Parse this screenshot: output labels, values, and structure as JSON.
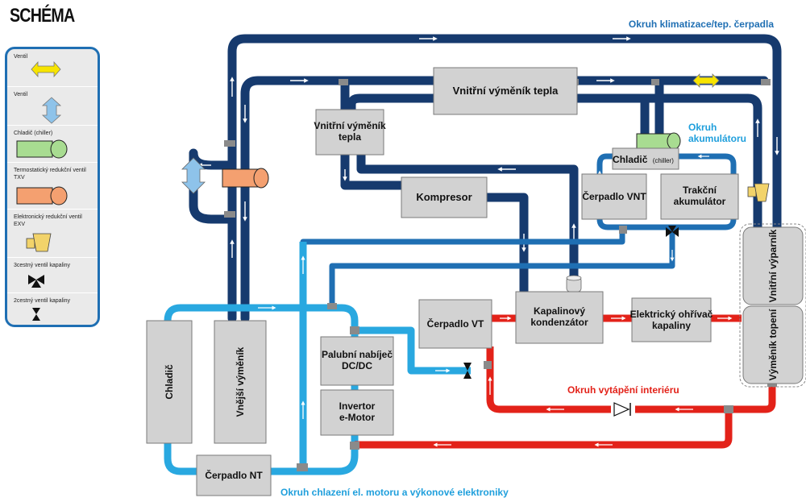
{
  "title": "SCHÉMA",
  "legend": {
    "items": [
      {
        "label": "Ventil",
        "icon": "yellow-valve-icon"
      },
      {
        "label": "Ventil",
        "icon": "blue-valve-icon"
      },
      {
        "label": "Chladič (chiller)",
        "icon": "chiller-icon"
      },
      {
        "label": "Termostatický redukční ventil TXV",
        "icon": "txv-icon"
      },
      {
        "label": "Elektronický redukční ventil EXV",
        "icon": "exv-icon"
      },
      {
        "label": "3cestný ventil kapaliny",
        "icon": "three-way-valve-icon"
      },
      {
        "label": "2cestný ventil kapaliny",
        "icon": "two-way-valve-icon"
      }
    ]
  },
  "components": {
    "vnitrni_vymenik_top": "Vnitřní výměník tepla",
    "vnitrni_vymenik_left": "Vnitřní výměník tepla",
    "kompresor": "Kompresor",
    "chladic_chiller": "Chladič",
    "chladic_chiller_small": "(chiller)",
    "cerpadlo_vnt": "Čerpadlo VNT",
    "trakcni_akumulator": "Trakční akumulátor",
    "vnitrni_vyparnik": "Vnitřní výparník",
    "vymenik_topeni": "Výměník topení",
    "kapalinovy_kondenzator": "Kapalinový kondenzátor",
    "elektricky_ohrivac": "Elektrický ohřívač kapaliny",
    "cerpadlo_vt": "Čerpadlo VT",
    "palubni_nabijec": "Palubní nabíječ DC/DC",
    "invertor": "Invertor e-Motor",
    "chladic": "Chladič",
    "vnejsi_vymenik": "Vnější výměník",
    "cerpadlo_nt": "Čerpadlo NT"
  },
  "circuits": {
    "klimatizace": "Okruh klimatizace/tep. čerpadla",
    "akumulatoru": "Okruh akumulátoru",
    "vytapeni": "Okruh vytápění interiéru",
    "chlazeni": "Okruh chlazení el. motoru a výkonové elektroniky"
  },
  "colors": {
    "navy": "#163a6e",
    "blue": "#1f6fb3",
    "light_blue": "#29a8e0",
    "red": "#e32219",
    "box": "#d2d2d2",
    "box_border": "#7a7a7a",
    "yellow_valve": "#f7e400",
    "blue_valve": "#8ec3ea",
    "chiller_green": "#a8dc91",
    "txv_orange": "#f4a070",
    "exv_yellow": "#f2d36a"
  }
}
